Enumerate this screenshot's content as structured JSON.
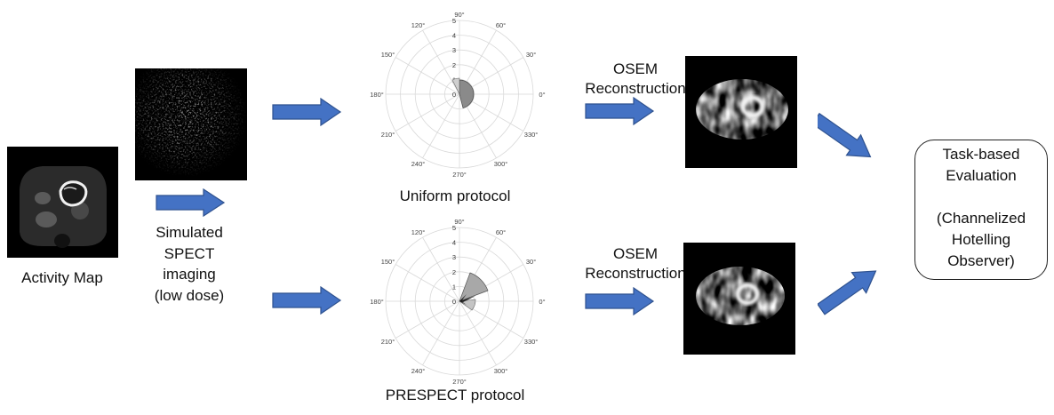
{
  "activity_map": {
    "label": "Activity Map"
  },
  "simulation": {
    "lines": [
      "Simulated",
      "SPECT",
      "imaging",
      "(low dose)"
    ]
  },
  "uniform": {
    "label": "Uniform protocol"
  },
  "prespect": {
    "label": "PRESPECT protocol"
  },
  "recon_top": {
    "lines": [
      "OSEM",
      "Reconstruction"
    ]
  },
  "recon_bottom": {
    "lines": [
      "OSEM",
      "Reconstruction"
    ]
  },
  "evaluation": {
    "lines": [
      "Task-based",
      "Evaluation",
      "",
      "(Channelized",
      "Hotelling",
      "Observer)"
    ]
  },
  "polar": {
    "angle_labels": [
      "90°",
      "60°",
      "30°",
      "0°",
      "330°",
      "300°",
      "270°",
      "240°",
      "210°",
      "180°",
      "150°",
      "120°"
    ],
    "radial_labels": [
      "0",
      "1",
      "2",
      "3",
      "4",
      "5"
    ]
  },
  "colors": {
    "arrow_fill": "#4472C4",
    "arrow_stroke": "#2F528F",
    "grid": "#d9d9d9",
    "wedge": "#9a9a9a"
  }
}
